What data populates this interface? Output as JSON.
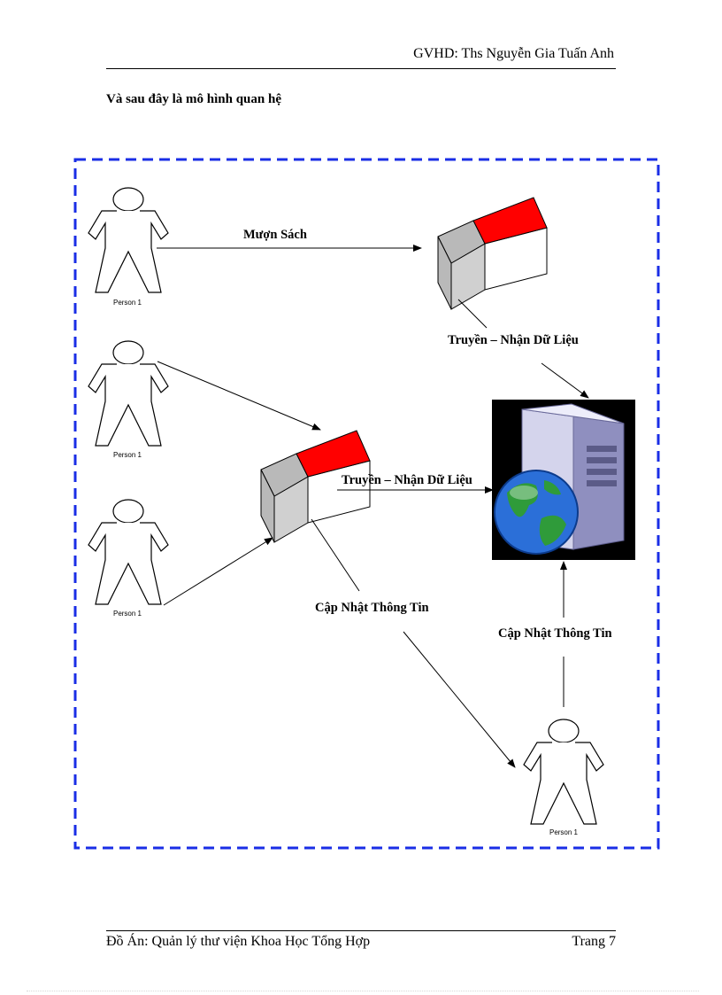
{
  "header": {
    "text": "GVHD: Ths Nguyễn Gia Tuấn Anh"
  },
  "intro": "Và sau đây là mô hình quan hệ",
  "diagram": {
    "person_label": "Person 1",
    "labels": {
      "borrow": "Mượn Sách",
      "transfer_top": "Truyền – Nhận Dữ Liệu",
      "transfer_mid": "Truyền – Nhận Dữ Liệu",
      "update_left": "Cập Nhật Thông Tin",
      "update_right": "Cập Nhật Thông Tin"
    },
    "colors": {
      "border": "#1a2ee6",
      "roof": "#ff0000",
      "server_bg": "#000000"
    }
  },
  "footer": {
    "left": "Đồ Án: Quản lý thư viện Khoa Học Tổng Hợp",
    "right": "Trang 7"
  }
}
